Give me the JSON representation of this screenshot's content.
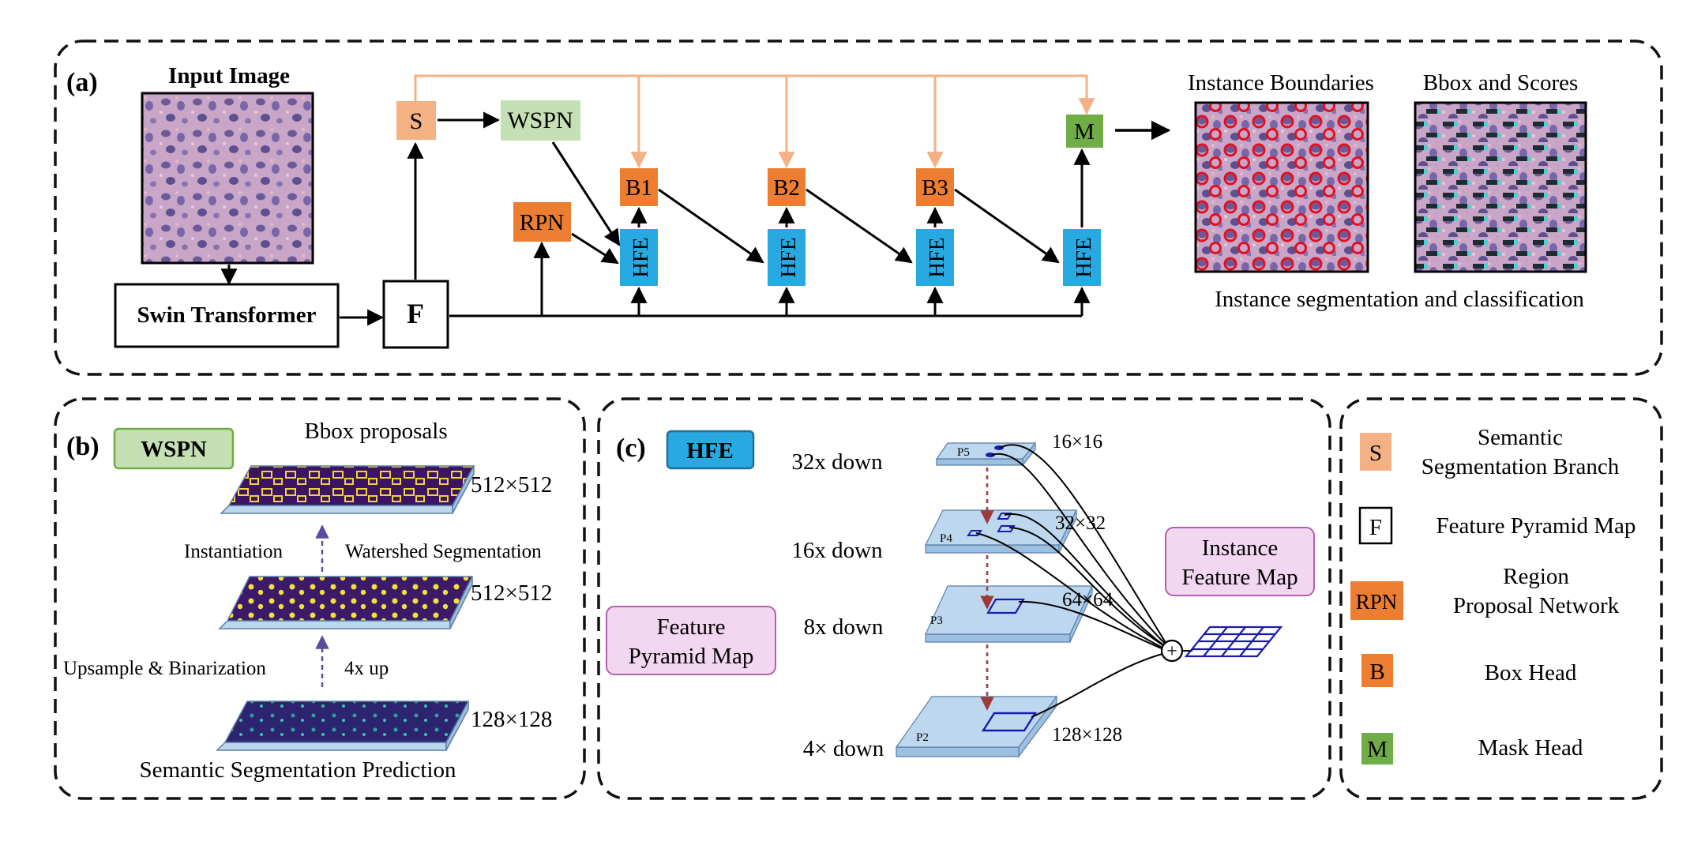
{
  "panel_a": {
    "label": "(a)",
    "input_image_title": "Input Image",
    "swin_label": "Swin Transformer",
    "f_label": "F",
    "s_label": "S",
    "wspn_label": "WSPN",
    "rpn_label": "RPN",
    "b1_label": "B1",
    "b2_label": "B2",
    "b3_label": "B3",
    "m_label": "M",
    "hfe_label": "HFE",
    "boundaries_title": "Instance Boundaries",
    "bbox_title": "Bbox and Scores",
    "output_caption": "Instance segmentation and classification"
  },
  "panel_b": {
    "label": "(b)",
    "badge": "WSPN",
    "bbox_proposals": "Bbox proposals",
    "size_top": "512×512",
    "size_mid": "512×512",
    "size_bot": "128×128",
    "instantiation": "Instantiation",
    "watershed": "Watershed Segmentation",
    "upsample": "Upsample & Binarization",
    "up4x": "4x up",
    "bottom_caption": "Semantic Segmentation Prediction"
  },
  "panel_c": {
    "label": "(c)",
    "badge": "HFE",
    "down32": "32x down",
    "down16": "16x down",
    "down8": "8x down",
    "down4": "4× down",
    "p5": "P5",
    "p4": "P4",
    "p3": "P3",
    "p2": "P2",
    "s16": "16×16",
    "s32": "32×32",
    "s64": "64×64",
    "s128": "128×128",
    "fpm_line1": "Feature",
    "fpm_line2": "Pyramid Map",
    "ifm_line1": "Instance",
    "ifm_line2": "Feature Map",
    "plus_symbol": "+"
  },
  "legend": {
    "items": [
      {
        "key": "S",
        "line1": "Semantic",
        "line2": "Segmentation Branch"
      },
      {
        "key": "F",
        "line1": "Feature Pyramid Map",
        "line2": ""
      },
      {
        "key": "RPN",
        "line1": "Region",
        "line2": "Proposal Network"
      },
      {
        "key": "B",
        "line1": "Box Head",
        "line2": ""
      },
      {
        "key": "M",
        "line1": "Mask Head",
        "line2": ""
      }
    ]
  },
  "colors": {
    "semantic_branch": "#f4b183",
    "wspn": "#c5e0b4",
    "orange_head": "#ed7d31",
    "hfe_blue": "#29a9e1",
    "mask_green": "#70ad47",
    "pink_label": "#f3d7f0",
    "plane_blue": "#bdd7ee",
    "feedback_line": "#f4b183"
  }
}
